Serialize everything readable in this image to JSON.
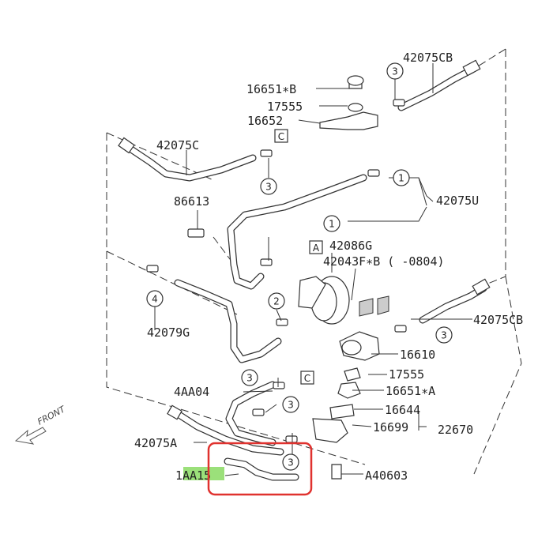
{
  "labels": {
    "p42075CB_top": "42075CB",
    "p16651B": "16651∗B",
    "p17555_top": "17555",
    "p16652": "16652",
    "p42075C": "42075C",
    "p86613": "86613",
    "p42075U": "42075U",
    "p42086G": "42086G",
    "p42043F": "42043F∗B ( -0804)",
    "p42079G": "42079G",
    "p42075CB_right": "42075CB",
    "p16610": "16610",
    "p17555_mid": "17555",
    "p16651A": "16651∗A",
    "p4AA04": "4AA04",
    "p16644": "16644",
    "p16699": "16699",
    "p22670": "22670",
    "p42075A": "42075A",
    "p1AA15": "1AA15",
    "pA40603": "A40603"
  },
  "callouts": {
    "n1": "1",
    "n2": "2",
    "n3": "3",
    "n4": "4"
  },
  "boxes": {
    "C": "C",
    "A": "A"
  },
  "front_label": "FRONT",
  "colors": {
    "highlight_box": "#e0322f",
    "highlight_text": "#9be07a",
    "line": "#333333"
  }
}
